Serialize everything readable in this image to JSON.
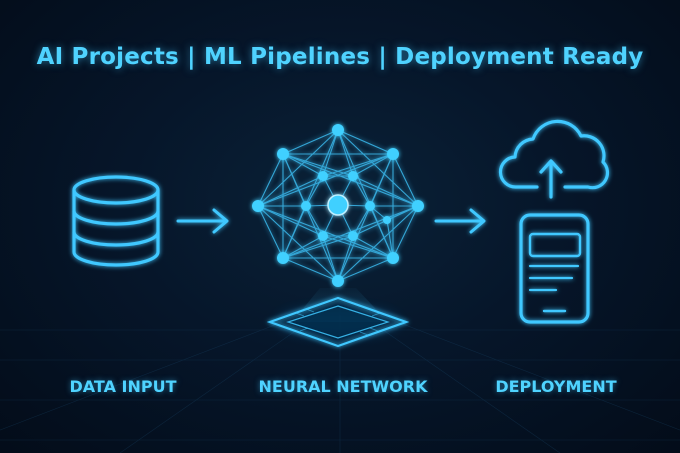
{
  "headline": "AI Projects | ML Pipelines | Deployment Ready",
  "stages": [
    {
      "label": "DATA INPUT",
      "icon": "database-icon"
    },
    {
      "label": "NEURAL NETWORK",
      "icon": "neural-network-icon"
    },
    {
      "label": "DEPLOYMENT",
      "icon": "cloud-upload-mobile-icon"
    }
  ],
  "colors": {
    "accent": "#3fc8ff",
    "glow": "#1aa8ff",
    "background": "#06162a"
  }
}
